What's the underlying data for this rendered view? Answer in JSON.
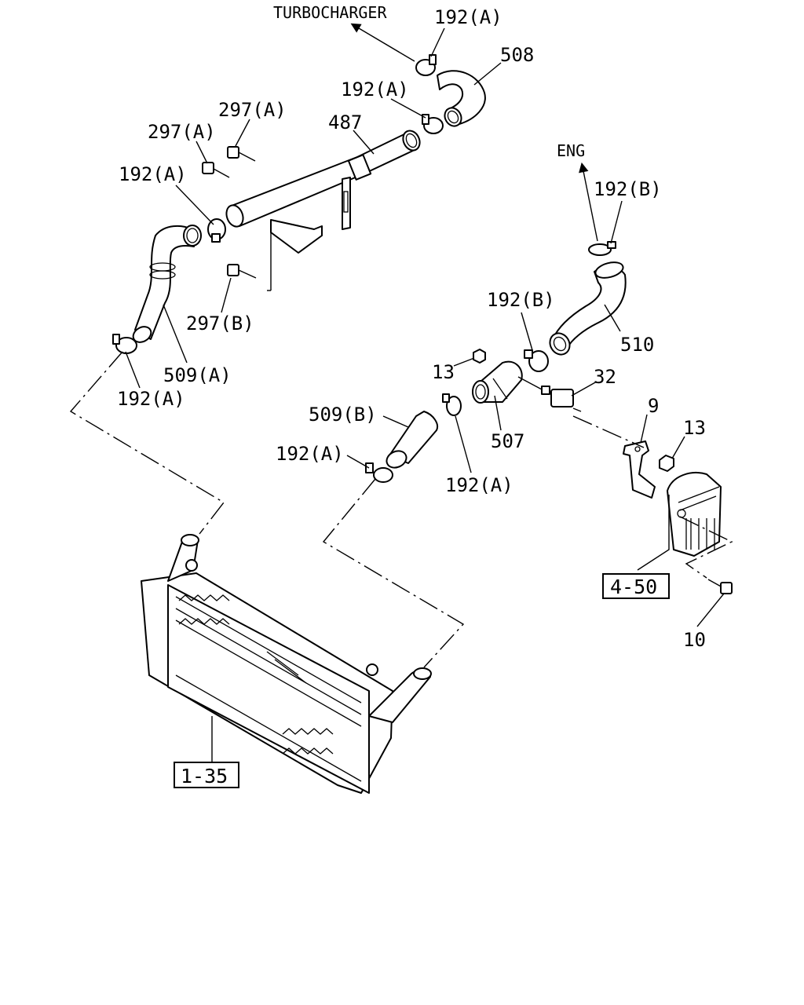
{
  "labels": {
    "turbocharger": "TURBOCHARGER",
    "eng": "ENG",
    "c192a_top": "192(A)",
    "p508": "508",
    "c192a_mid": "192(A)",
    "p487": "487",
    "b297a_1": "297(A)",
    "b297a_2": "297(A)",
    "c192a_left": "192(A)",
    "b297b": "297(B)",
    "p509a": "509(A)",
    "c192a_low": "192(A)",
    "c192b_top": "192(B)",
    "c192b_mid": "192(B)",
    "p510": "510",
    "n13_left": "13",
    "p32": "32",
    "p507": "507",
    "p9": "9",
    "n13_right": "13",
    "p509b": "509(B)",
    "c192a_509b": "192(A)",
    "c192a_507": "192(A)",
    "p10": "10"
  },
  "refs": {
    "ref_4_50": "4-50",
    "ref_1_35": "1-35"
  }
}
